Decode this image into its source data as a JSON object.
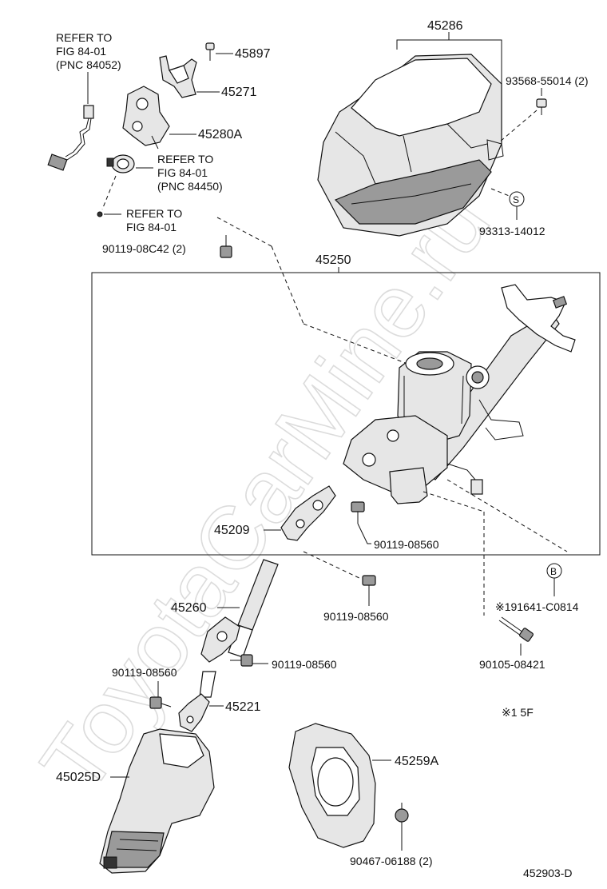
{
  "parts": {
    "p45286": "45286",
    "p45897": "45897",
    "p45271": "45271",
    "p45280A": "45280A",
    "p45250": "45250",
    "p45209": "45209",
    "p45260": "45260",
    "p45221": "45221",
    "p45025D": "45025D",
    "p45259A": "45259A",
    "p93568": "93568-55014 (2)",
    "p93313": "93313-14012",
    "p90119_c42": "90119-08C42 (2)",
    "p90119_560_a": "90119-08560",
    "p90119_560_b": "90119-08560",
    "p90119_560_c": "90119-08560",
    "p90119_560_d": "90119-08560",
    "p191641": "※191641-C0814",
    "p90105": "90105-08421",
    "p90467": "90467-06188 (2)"
  },
  "refs": {
    "ref1_line1": "REFER TO",
    "ref1_line2": "FIG 84-01",
    "ref1_line3": "(PNC 84052)",
    "ref2_line1": "REFER TO",
    "ref2_line2": "FIG 84-01",
    "ref2_line3": "(PNC 84450)",
    "ref3_line1": "REFER TO",
    "ref3_line2": "FIG 84-01"
  },
  "markers": {
    "s": "S",
    "b": "B"
  },
  "note": "※1 5F",
  "diagram_code": "452903-D",
  "watermark": "ToyotaCarMine.ru"
}
